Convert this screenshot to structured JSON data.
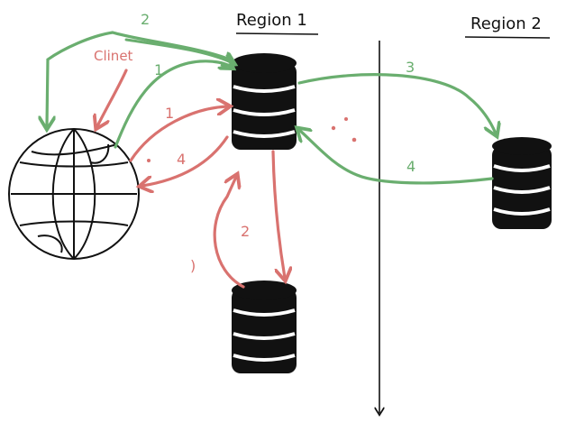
{
  "colors": {
    "ink": "#111111",
    "red": "#d9726f",
    "green": "#6aae6f"
  },
  "regions": {
    "region1": "Region 1",
    "region2": "Region 2"
  },
  "client_label": "Clinet",
  "green_labels": {
    "top_arrow": "2",
    "replication": "3",
    "return": "4",
    "small": "1"
  },
  "red_labels": {
    "step1": "1",
    "step4": "4",
    "step2": "2",
    "step3": ")"
  },
  "icons": [
    "globe-icon",
    "database-icon"
  ]
}
